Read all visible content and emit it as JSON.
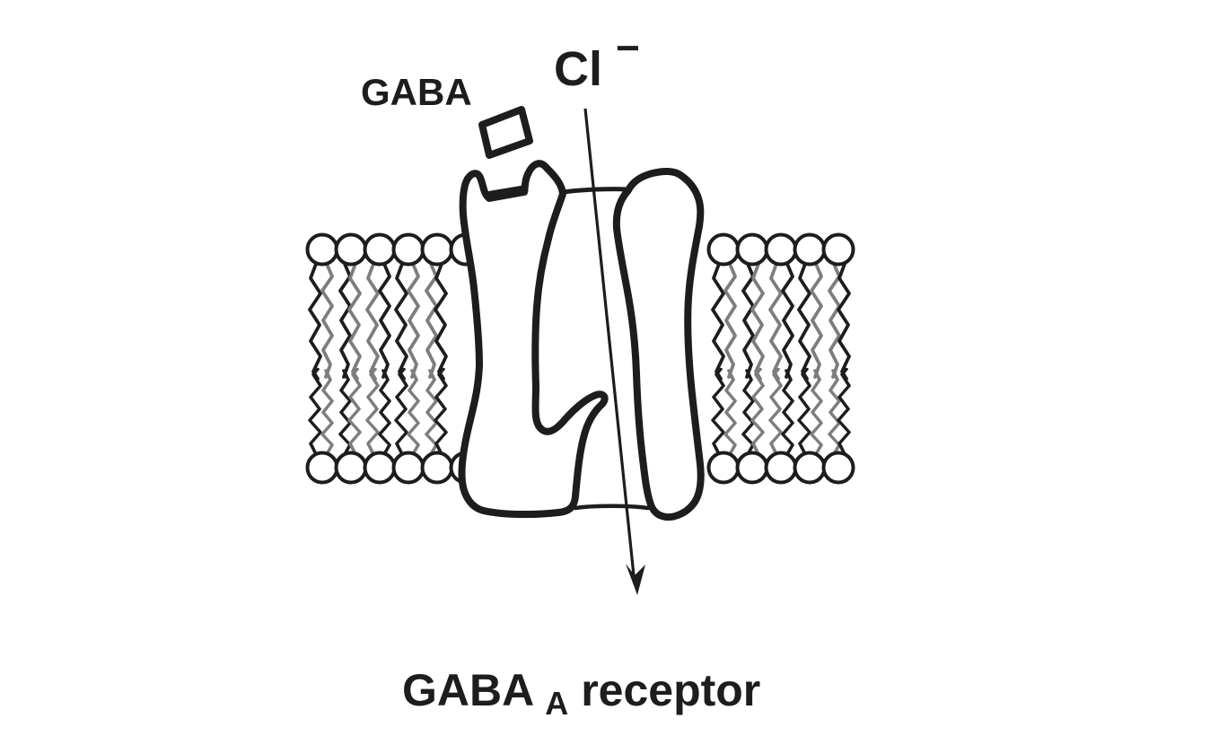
{
  "diagram": {
    "labels": {
      "ligand": "GABA",
      "ion_symbol": "Cl",
      "ion_charge": "−",
      "caption_prefix": "GABA",
      "caption_subscript": "A",
      "caption_suffix": " receptor"
    },
    "colors": {
      "background": "#ffffff",
      "ink": "#1d1d1d",
      "tail_gray": "#7d7d7d"
    },
    "icons": {
      "chloride_flow_arrow": "thin diagonal arrow passing down through the channel pore",
      "gaba_molecule": "tilted rectangle outline docking at receptor binding notch",
      "phospholipid_head": "outlined circle",
      "phospholipid_tail": "vertical zigzag line"
    }
  }
}
